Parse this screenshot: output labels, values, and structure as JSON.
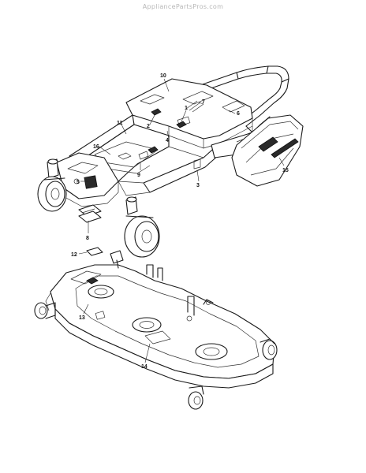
{
  "watermark": "AppliancePartsPros.com",
  "callouts": [
    {
      "id": "c1",
      "label": "1"
    },
    {
      "id": "c2",
      "label": "2"
    },
    {
      "id": "c3",
      "label": "3"
    },
    {
      "id": "c4",
      "label": "4"
    },
    {
      "id": "c5",
      "label": "5"
    },
    {
      "id": "c6",
      "label": "6"
    },
    {
      "id": "c7",
      "label": "7"
    },
    {
      "id": "c8",
      "label": "8"
    },
    {
      "id": "c9",
      "label": "9"
    },
    {
      "id": "c10",
      "label": "10"
    },
    {
      "id": "c11",
      "label": "11"
    },
    {
      "id": "c12",
      "label": "12"
    },
    {
      "id": "c13",
      "label": "13"
    },
    {
      "id": "c14",
      "label": "14"
    },
    {
      "id": "c15",
      "label": "15"
    },
    {
      "id": "c16",
      "label": "16"
    }
  ],
  "colors": {
    "line": "#1a1a1a",
    "watermark": "#b8b8b8",
    "background": "#ffffff"
  }
}
